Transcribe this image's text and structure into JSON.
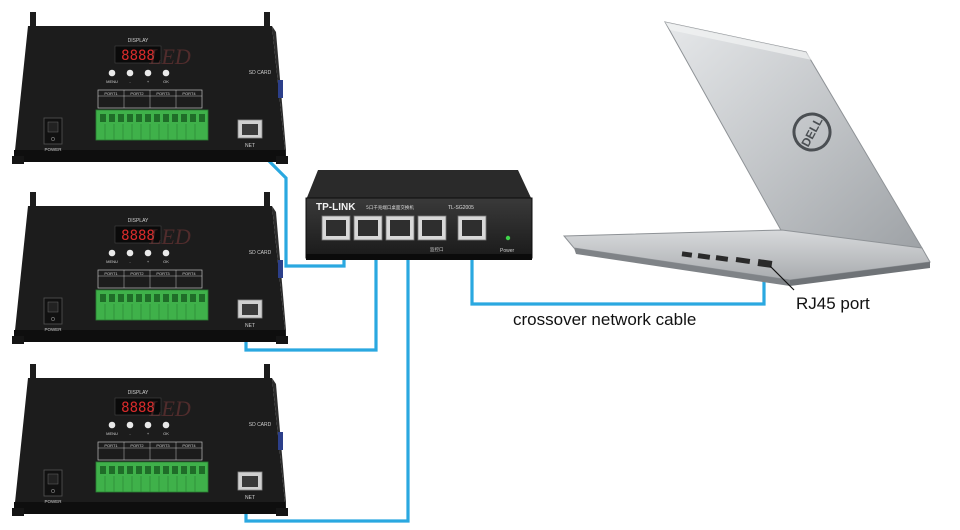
{
  "controller": {
    "display_label": "DISPLAY",
    "segment_readout": "8888",
    "watermark": "LED",
    "buttons": [
      "MENU",
      "-",
      "+",
      "OK"
    ],
    "port_labels": [
      "PORT1",
      "PORT2",
      "PORT3",
      "PORT4"
    ],
    "sd_card_label": "SD CARD",
    "net_label": "NET",
    "power_label": "POWER"
  },
  "switch": {
    "brand": "TP-LINK",
    "description": "5口千兆端口桌面交换机",
    "model": "TL-SG2005",
    "port_caption": "监控口",
    "power_label": "Power"
  },
  "laptop": {
    "logo": "DELL"
  },
  "labels": {
    "cable": "crossover network cable",
    "port": "RJ45 port"
  },
  "colors": {
    "cable": "#2aa8e0",
    "device_body": "#1e1e1e",
    "terminal_green": "#3fb14a",
    "laptop_silver": "#c8cbce"
  }
}
